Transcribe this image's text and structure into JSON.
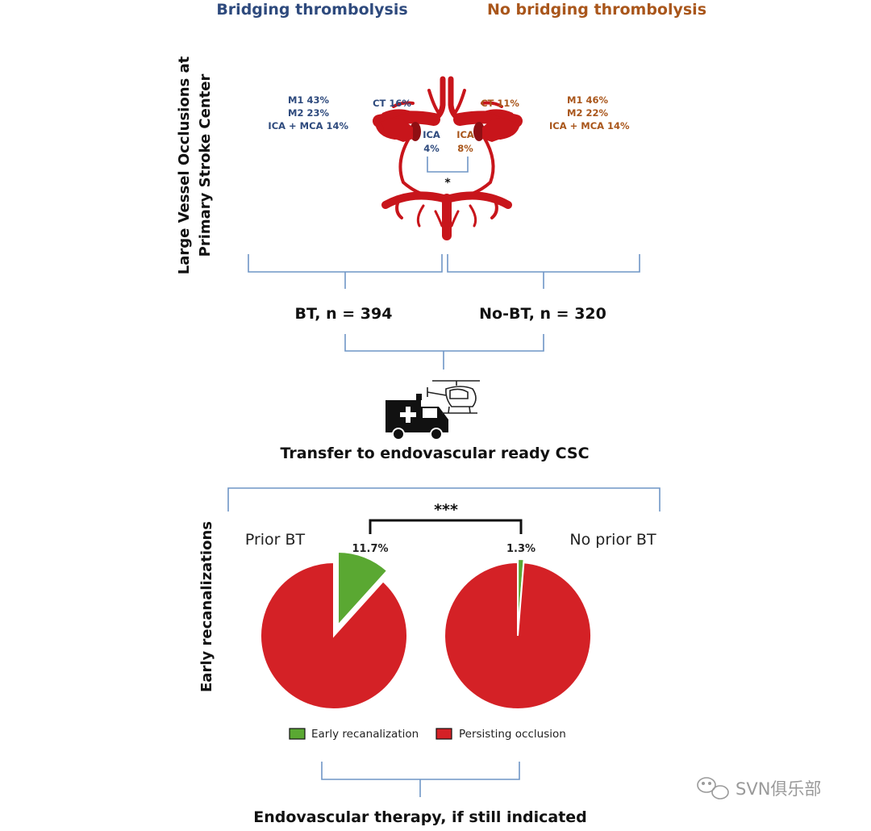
{
  "header": {
    "left_title": "Bridging thrombolysis",
    "right_title": "No bridging thrombolysis"
  },
  "side_labels": {
    "top_line1": "Large Vessel Occlusions at",
    "top_line2": "Primary Stroke Center",
    "bottom": "Early recanalizations"
  },
  "occlusions": {
    "left": {
      "m1": "M1 43%",
      "m2": "M2 23%",
      "ica_mca": "ICA + MCA 14%",
      "ct": "CT 16%",
      "ica_label": "ICA",
      "ica_value": "4%"
    },
    "right": {
      "m1": "M1 46%",
      "m2": "M2 22%",
      "ica_mca": "ICA + MCA 14%",
      "ct": "CT 11%",
      "ica_label": "ICA",
      "ica_value": "8%"
    },
    "significance": "*"
  },
  "groups": {
    "bt": "BT, n = 394",
    "no_bt": "No-BT, n = 320"
  },
  "transfer_label": "Transfer to endovascular ready CSC",
  "pies": {
    "significance": "***",
    "left_title": "Prior BT",
    "right_title": "No prior BT",
    "left_pct_label": "11.7%",
    "right_pct_label": "1.3%"
  },
  "legend": {
    "early": "Early recanalization",
    "persisting": "Persisting occlusion"
  },
  "footer_label": "Endovascular therapy, if still indicated",
  "watermark": "SVN俱乐部",
  "chart_data": [
    {
      "type": "pie",
      "title": "Prior BT",
      "categories": [
        "Early recanalization",
        "Persisting occlusion"
      ],
      "values": [
        11.7,
        88.3
      ],
      "colors": [
        "#5aa832",
        "#d42126"
      ]
    },
    {
      "type": "pie",
      "title": "No prior BT",
      "categories": [
        "Early recanalization",
        "Persisting occlusion"
      ],
      "values": [
        1.3,
        98.7
      ],
      "colors": [
        "#5aa832",
        "#d42126"
      ]
    }
  ],
  "colors": {
    "blue_text": "#2e4a7d",
    "orange_text": "#a9561b",
    "bracket": "#6f96c6",
    "artery": "#c8151b",
    "green": "#5aa832",
    "red": "#d42126"
  }
}
